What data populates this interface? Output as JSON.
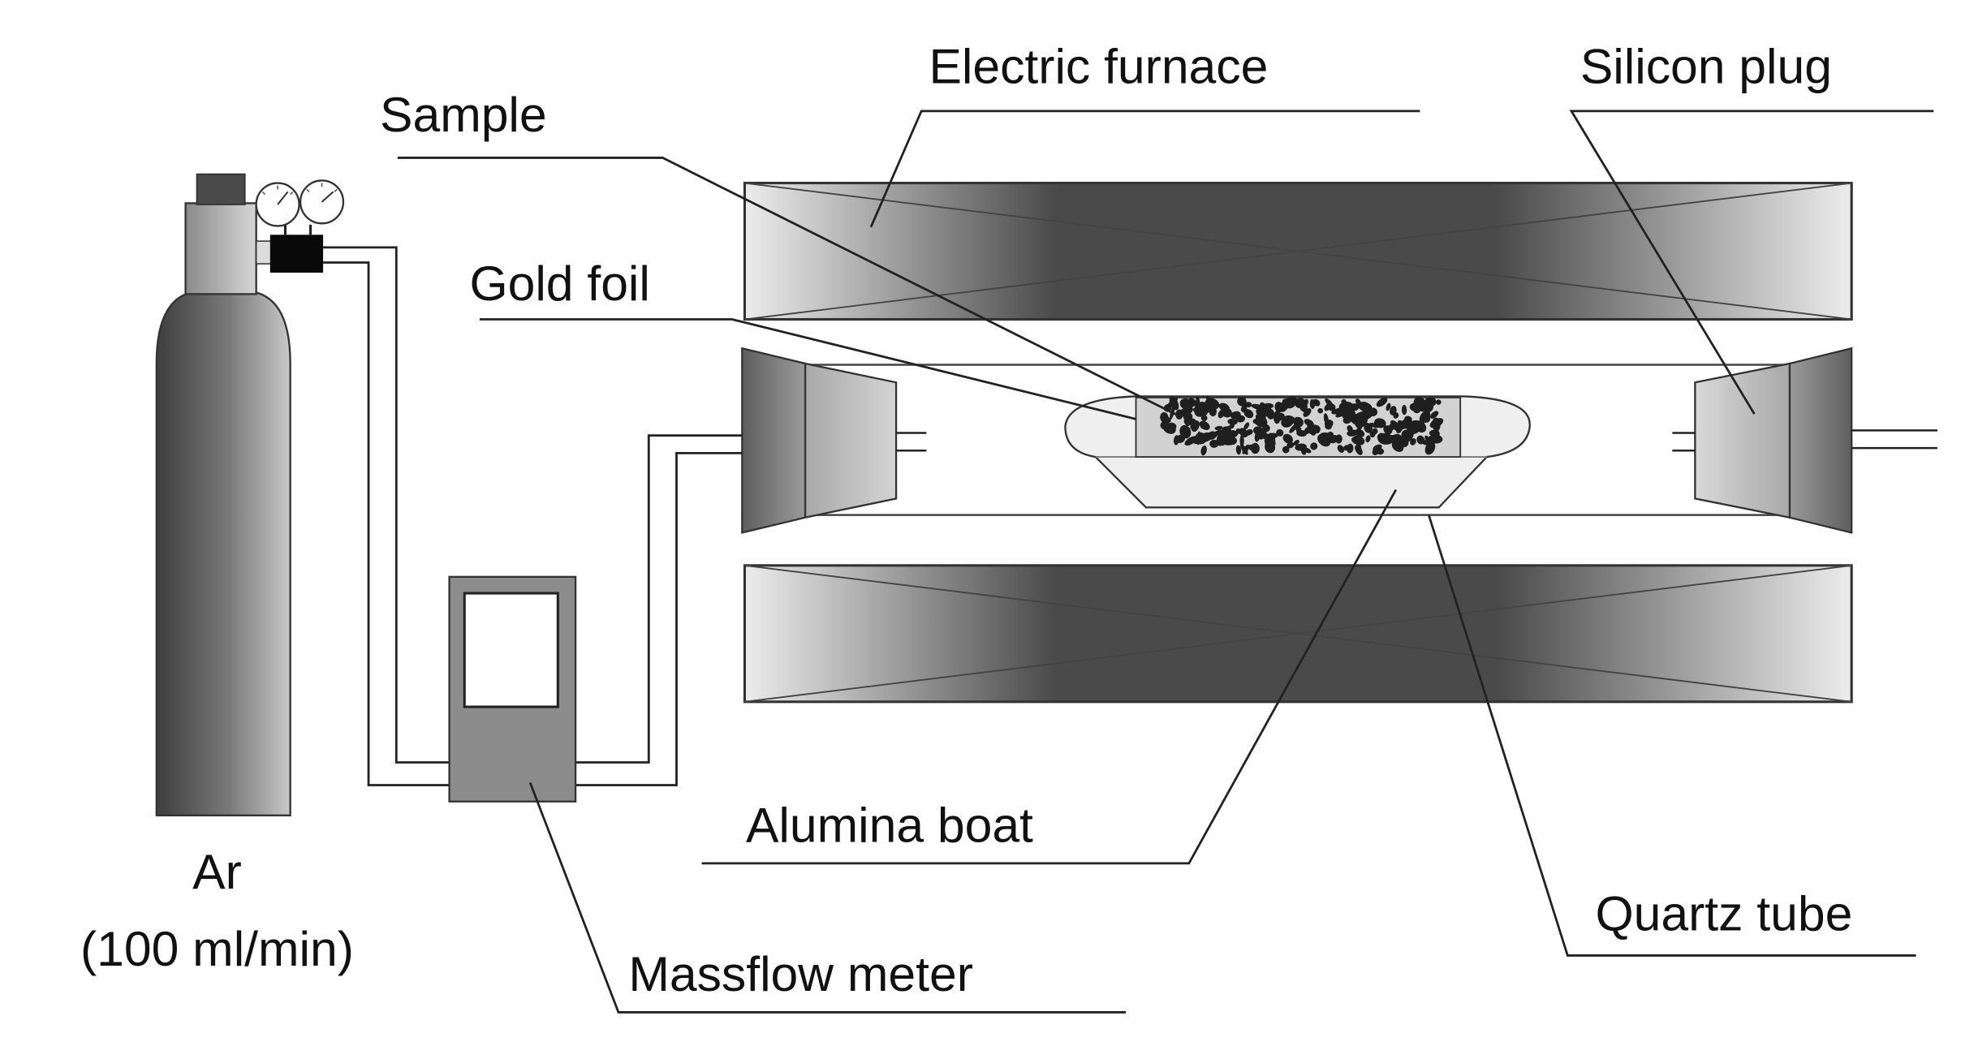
{
  "labels": {
    "electric_furnace": "Electric furnace",
    "silicon_plug": "Silicon plug",
    "sample": "Sample",
    "gold_foil": "Gold foil",
    "alumina_boat": "Alumina boat",
    "quartz_tube": "Quartz tube",
    "massflow_meter": "Massflow meter",
    "gas": "Ar",
    "flow_rate": "(100 ml/min)"
  },
  "colors": {
    "furnace_dark": "#4a4a4a",
    "furnace_light": "#ececec",
    "cylinder_dark": "#4d4d4d",
    "cylinder_light": "#c8c8c8",
    "meter_body": "#8c8c8c",
    "plug_dark": "#707070",
    "plug_light": "#d8d8d8",
    "boat": "#efefef",
    "sample": "#1f1f1f"
  }
}
